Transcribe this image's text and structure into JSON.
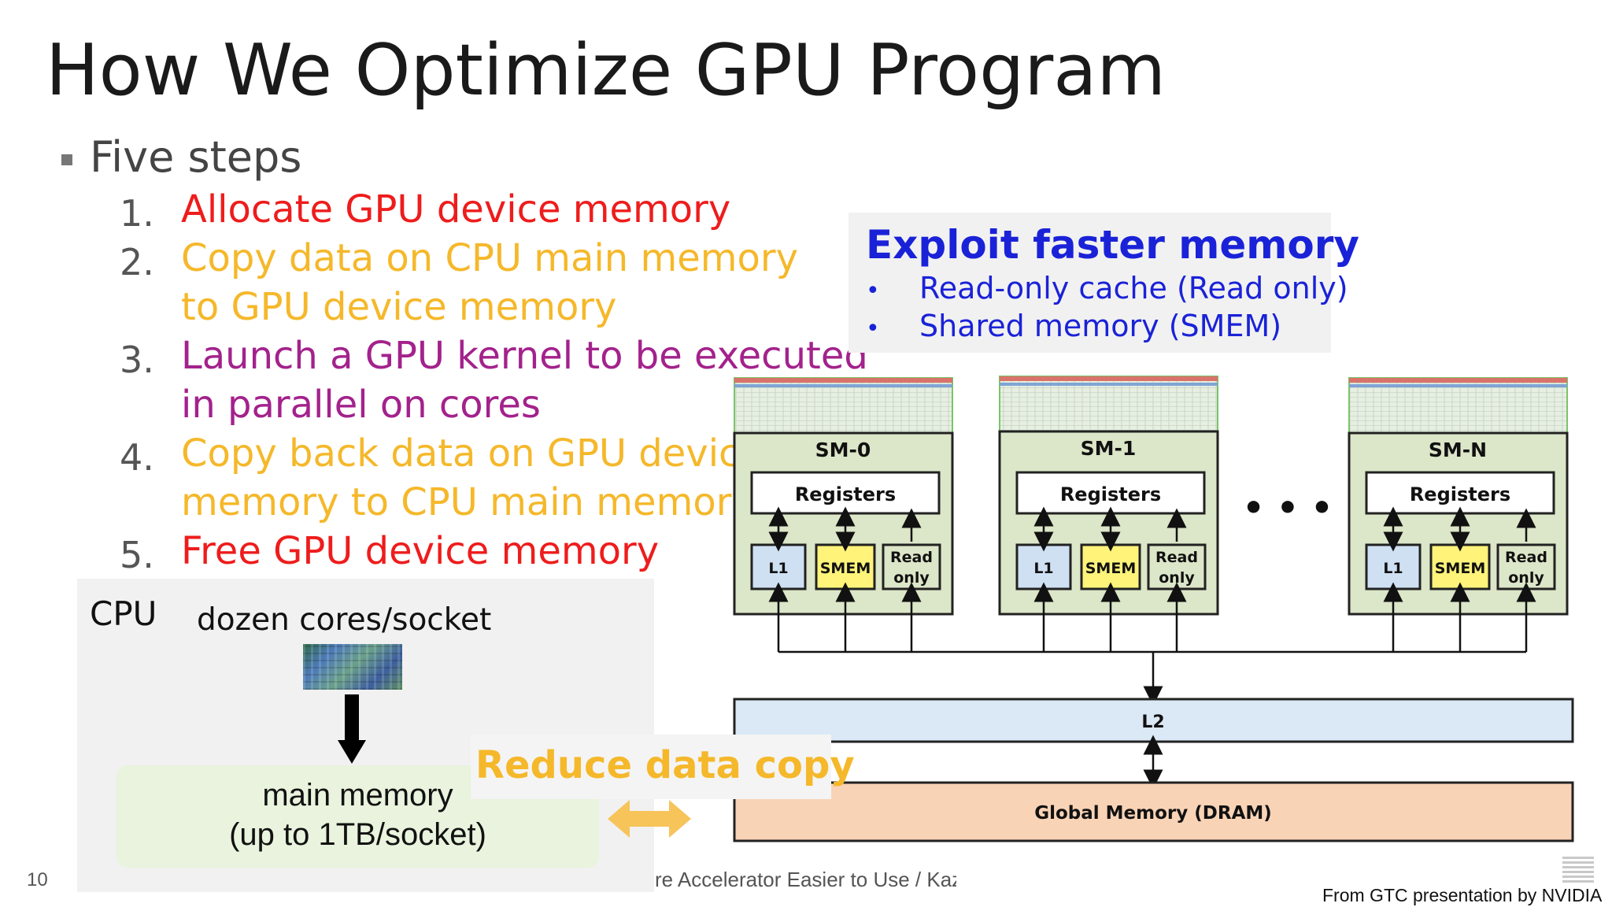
{
  "slide": {
    "title": "How We Optimize GPU Program",
    "bullet": "Five steps",
    "steps": [
      {
        "num": "1.",
        "lines": [
          "Allocate GPU device memory"
        ],
        "color": "#ee1c1c"
      },
      {
        "num": "2.",
        "lines": [
          "Copy data on CPU main memory",
          "to GPU device memory"
        ],
        "color": "#f5b82a"
      },
      {
        "num": "3.",
        "lines": [
          "Launch a GPU kernel to be executed",
          "in parallel on cores"
        ],
        "color": "#a3228c"
      },
      {
        "num": "4.",
        "lines": [
          "Copy back data on GPU device",
          "memory to CPU main memory"
        ],
        "color": "#f5b82a"
      },
      {
        "num": "5.",
        "lines": [
          "Free GPU device memory"
        ],
        "color": "#ee1c1c"
      }
    ]
  },
  "cpu": {
    "label": "CPU",
    "cores": "dozen cores/socket",
    "memory_line1": "main memory",
    "memory_line2": "(up to 1TB/socket)",
    "reduce": "Reduce data copy"
  },
  "exploit": {
    "title": "Exploit faster memory",
    "bullet_char": "•",
    "items": [
      "Read-only cache (Read only)",
      "Shared memory (SMEM)"
    ]
  },
  "gpu": {
    "sms": [
      "SM-0",
      "SM-1",
      "SM-N"
    ],
    "registers": "Registers",
    "l1": "L1",
    "smem": "SMEM",
    "readonly_line1": "Read",
    "readonly_line2": "only",
    "dots": "• • •",
    "l2": "L2",
    "global": "Global Memory (DRAM)"
  },
  "footer": {
    "page_number": "10",
    "text": "re Accelerator Easier to Use / Kaz",
    "credit": "From GTC presentation by NVIDIA"
  },
  "colors": {
    "sm_fill": "#dce6c8",
    "register_fill": "#ffffff",
    "l1_fill": "#cfe0f3",
    "smem_fill": "#fff37a",
    "l2_fill": "#dbe8f5",
    "global_fill": "#f9d3b6",
    "exploit_blue": "#1a22d8"
  }
}
